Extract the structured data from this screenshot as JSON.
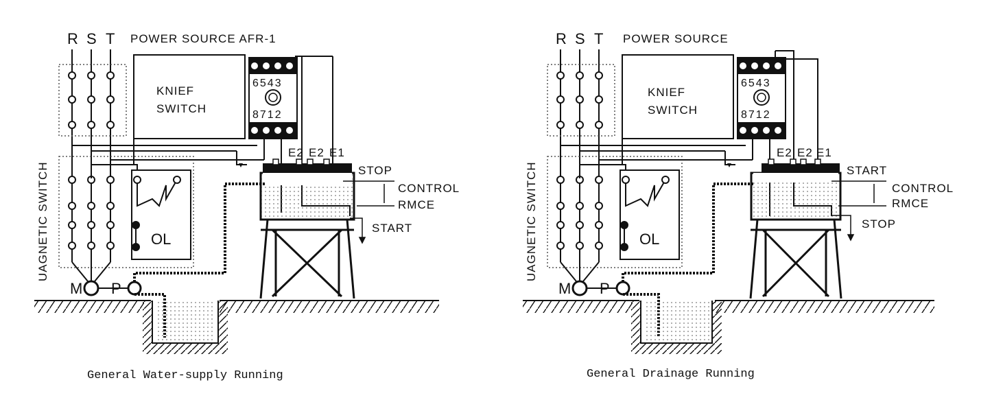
{
  "diagrams": [
    {
      "phases": [
        "R",
        "S",
        "T"
      ],
      "power_source": "POWER SOURCE AFR-1",
      "knife_switch": [
        "KNIEF",
        "SWITCH"
      ],
      "relay_top": "6543",
      "relay_bottom": "8712",
      "electrodes": [
        "E2",
        "E2",
        "E1"
      ],
      "upper_signal": "STOP",
      "control_range": [
        "CONTROL",
        "RMCE"
      ],
      "lower_signal": "START",
      "magnetic_switch": "UAGNETIC SWITCH",
      "overload": "OL",
      "motor": "M",
      "pump": "P",
      "caption": "General Water-supply Running"
    },
    {
      "phases": [
        "R",
        "S",
        "T"
      ],
      "power_source": "POWER SOURCE",
      "knife_switch": [
        "KNIEF",
        "SWITCH"
      ],
      "relay_top": "6543",
      "relay_bottom": "8712",
      "electrodes": [
        "E2",
        "E2",
        "E1"
      ],
      "upper_signal": "START",
      "control_range": [
        "CONTROL",
        "RMCE"
      ],
      "lower_signal": "STOP",
      "magnetic_switch": "UAGNETIC SWITCH",
      "overload": "OL",
      "motor": "M",
      "pump": "P",
      "caption": "General Drainage Running"
    }
  ]
}
